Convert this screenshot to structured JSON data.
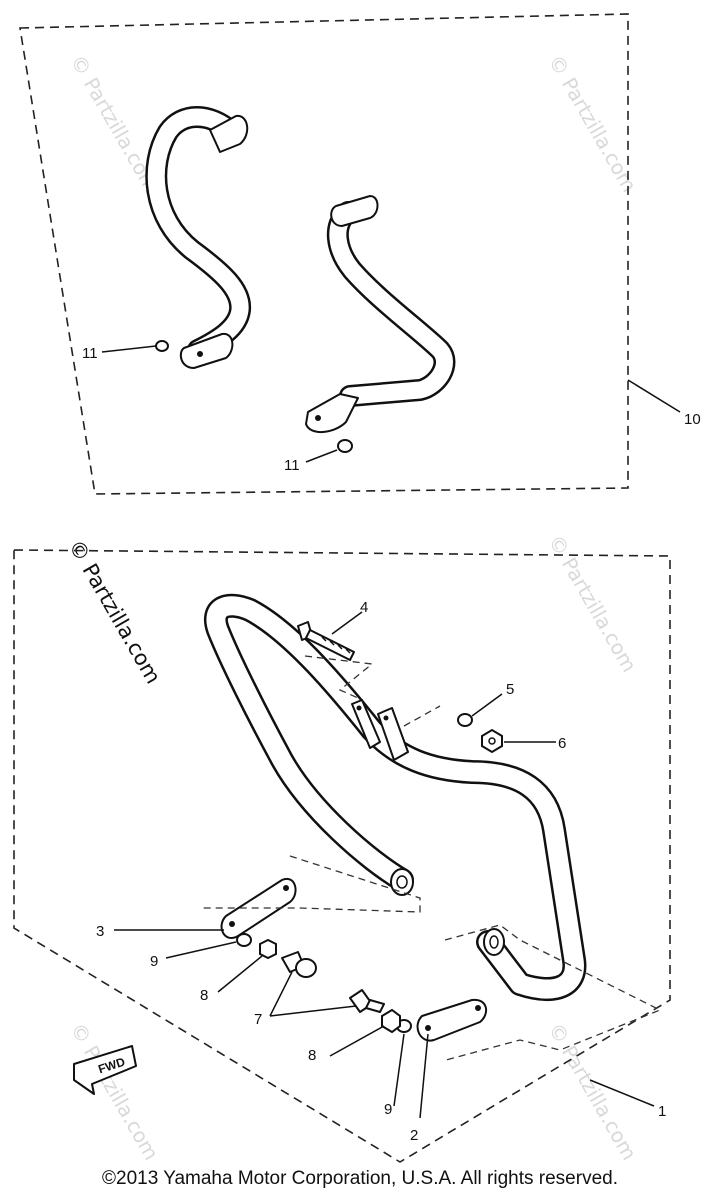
{
  "watermark": "© Partzilla.com",
  "fwd_label": "FWD",
  "copyright": "©2013 Yamaha Motor Corporation, U.S.A. All rights reserved.",
  "callouts": {
    "c1": "1",
    "c2": "2",
    "c3": "3",
    "c4": "4",
    "c5": "5",
    "c6": "6",
    "c7": "7",
    "c8a": "8",
    "c8b": "8",
    "c9a": "9",
    "c9b": "9",
    "c10": "10",
    "c11a": "11",
    "c11b": "11"
  }
}
